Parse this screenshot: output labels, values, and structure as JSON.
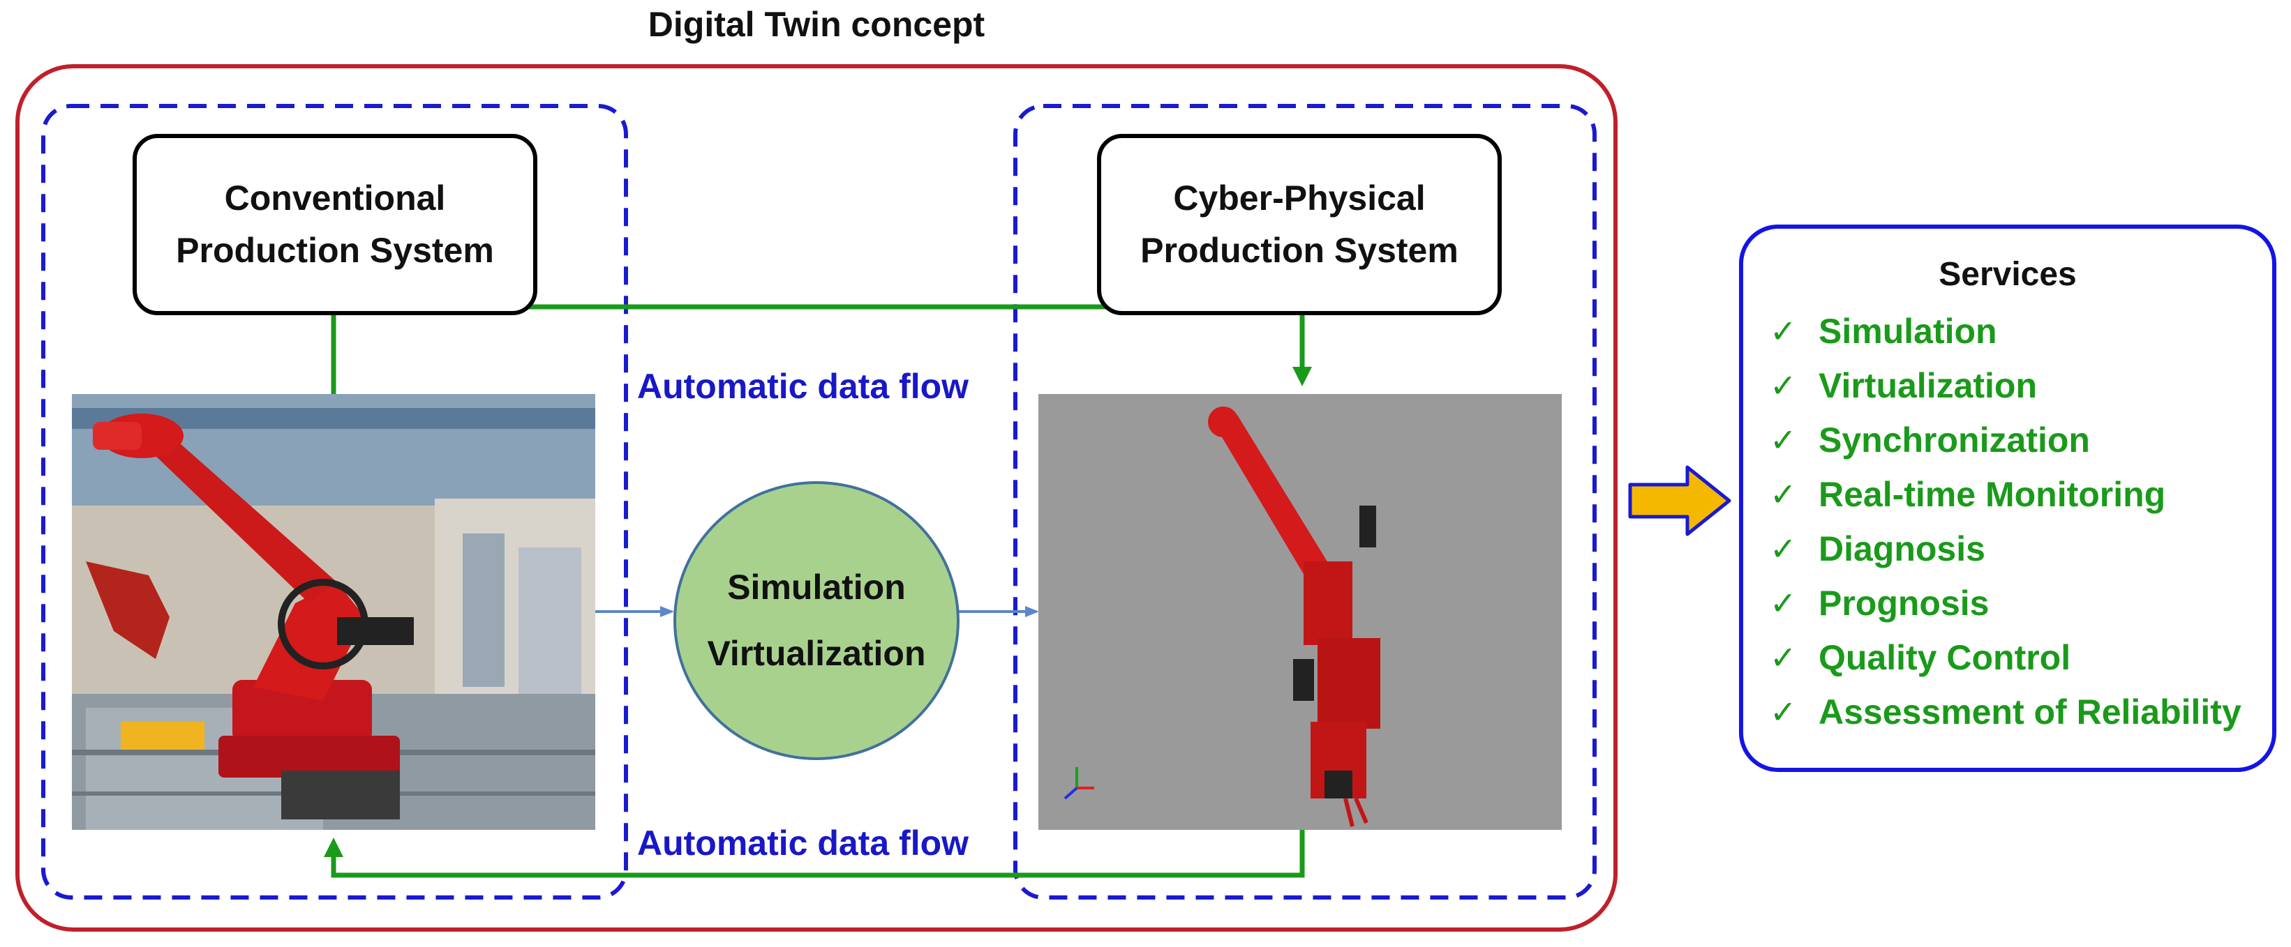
{
  "title": "Digital Twin concept",
  "conventional_box": {
    "label": "Conventional\nProduction System"
  },
  "cyber_box": {
    "label": "Cyber-Physical\nProduction System"
  },
  "flow_top": {
    "label": "Automatic data flow"
  },
  "flow_bottom": {
    "label": "Automatic data flow"
  },
  "center_node": {
    "line1": "Simulation",
    "line2": "Virtualization"
  },
  "services": {
    "title": "Services",
    "items": [
      "Simulation",
      "Virtualization",
      "Synchronization",
      "Real-time Monitoring",
      "Diagnosis",
      "Prognosis",
      "Quality Control",
      "Assessment of Reliability"
    ]
  },
  "colors": {
    "outer_border": "#c0202a",
    "dashed_border": "#1a1ad0",
    "flow_arrow": "#1a9a1a",
    "thin_arrow": "#5b86c8",
    "flow_text": "#1818c8",
    "services_border": "#1414e6",
    "services_text": "#1a9a1a",
    "circle_fill": "#a9d18e",
    "robot_red": "#d41a1a",
    "sim_bg": "#9a9a9a",
    "block_arrow": "#f5b800"
  },
  "icons": {
    "check": "✓"
  }
}
